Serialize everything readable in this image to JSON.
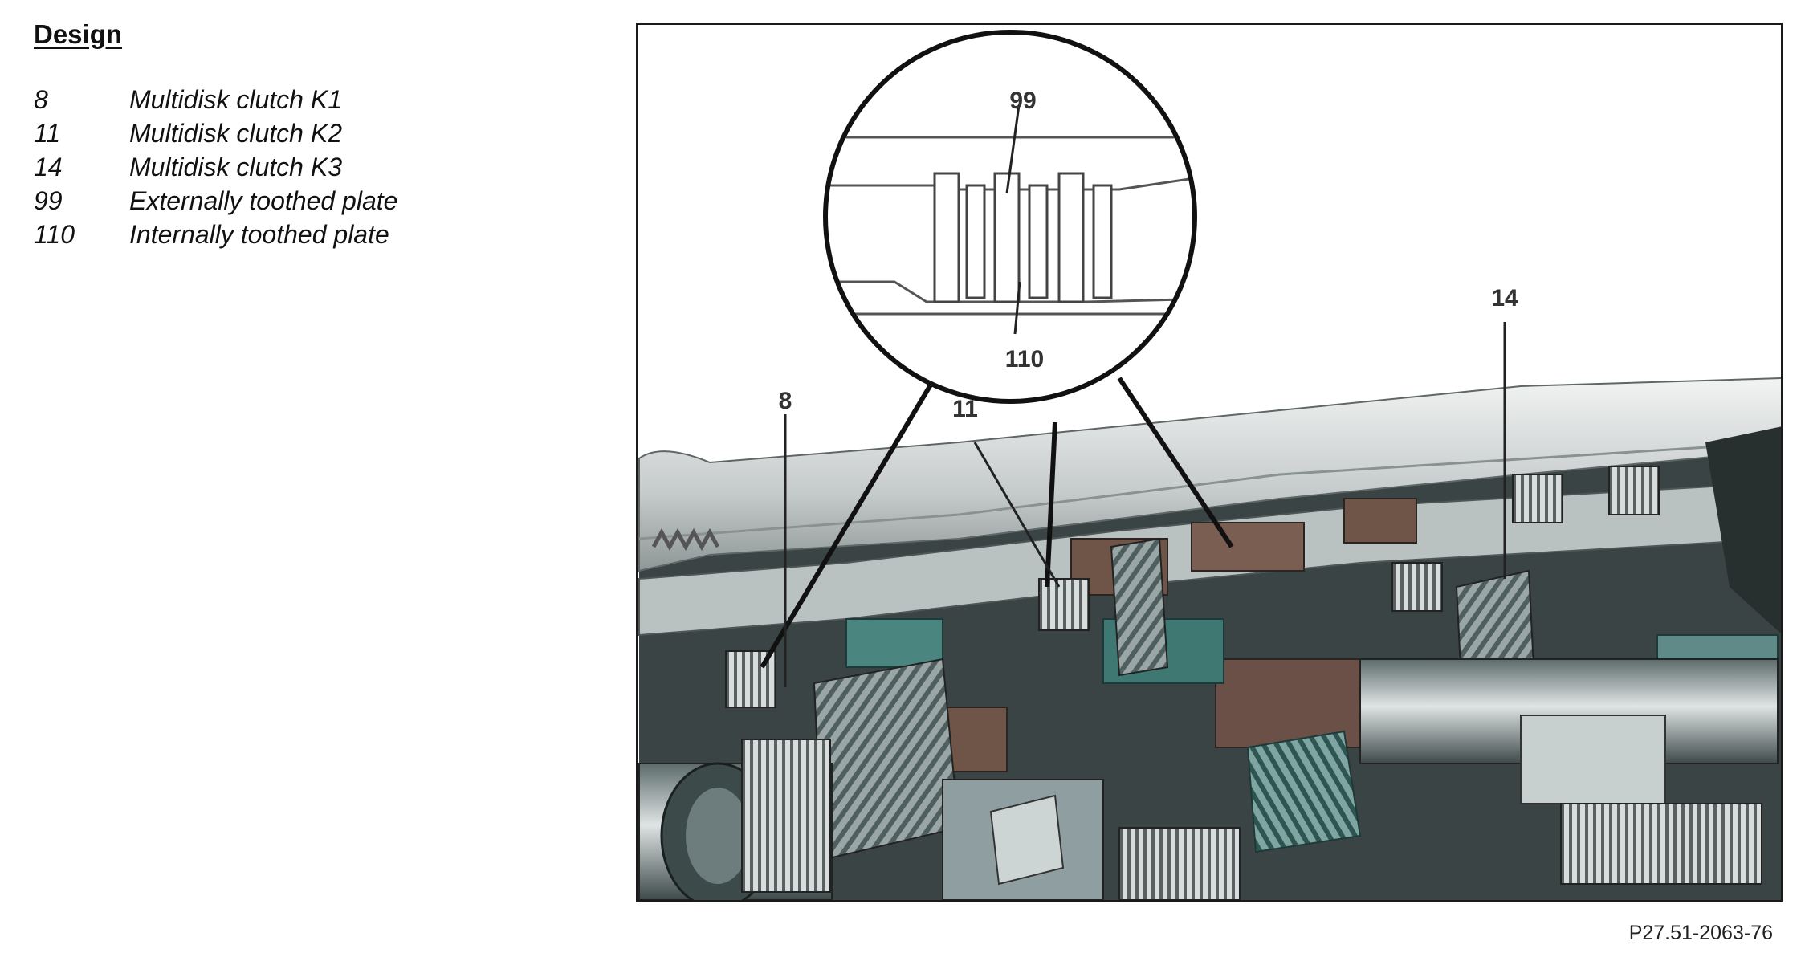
{
  "heading": "Design",
  "legend": [
    {
      "num": "8",
      "text": "Multidisk clutch K1"
    },
    {
      "num": "11",
      "text": "Multidisk clutch K2"
    },
    {
      "num": "14",
      "text": "Multidisk clutch K3"
    },
    {
      "num": "99",
      "text": "Externally toothed plate"
    },
    {
      "num": "110",
      "text": "Internally toothed plate"
    }
  ],
  "callouts": {
    "c8": "8",
    "c11": "11",
    "c14": "14",
    "c99": "99",
    "c110": "110"
  },
  "reference_code": "P27.51-2063-76",
  "colors": {
    "teal": "#3f7773",
    "brown": "#6e5548",
    "steel": "#8f9fa1",
    "dark": "#27302f"
  }
}
